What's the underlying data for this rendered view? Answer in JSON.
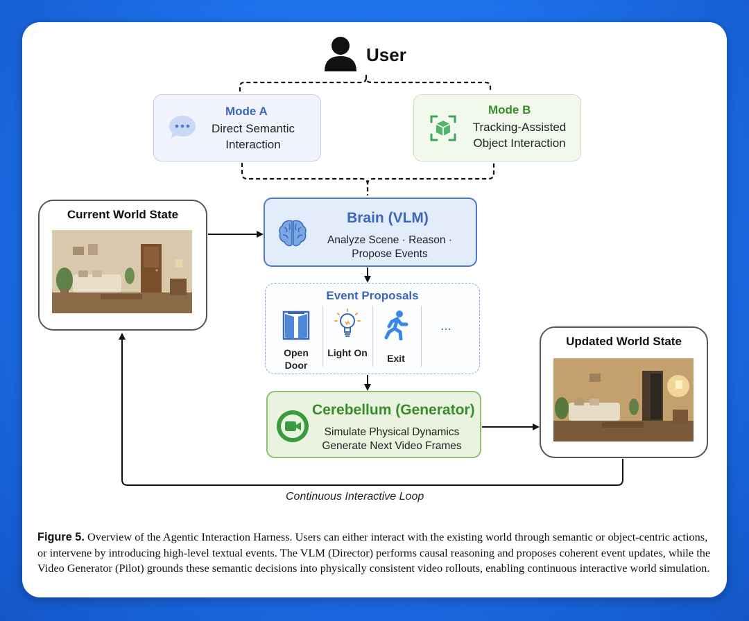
{
  "user": {
    "label": "User"
  },
  "mode_a": {
    "title": "Mode A",
    "text": "Direct Semantic Interaction",
    "color": "#3a66bd"
  },
  "mode_b": {
    "title": "Mode B",
    "text": "Tracking-Assisted Object Interaction",
    "color": "#3a8a2c"
  },
  "brain": {
    "title": "Brain (VLM)",
    "text": "Analyze Scene · Reason · Propose Events"
  },
  "event_proposals": {
    "title": "Event Proposals",
    "items": [
      {
        "label": "Open Door",
        "icon": "door-icon"
      },
      {
        "label": "Light On",
        "icon": "lightbulb-icon"
      },
      {
        "label": "Exit",
        "icon": "running-person-icon"
      },
      {
        "label": "...",
        "icon": "ellipsis"
      }
    ]
  },
  "cerebellum": {
    "title": "Cerebellum (Generator)",
    "text": "Simulate Physical Dynamics Generate Next Video Frames"
  },
  "current_state": {
    "title": "Current World State"
  },
  "updated_state": {
    "title": "Updated World State"
  },
  "loop": {
    "label": "Continuous Interactive Loop"
  },
  "caption": {
    "figure": "Figure 5.",
    "text": "Overview of the Agentic Interaction Harness. Users can either interact with the existing world through semantic or object-centric actions, or intervene by introducing high-level textual events. The VLM (Director) performs causal reasoning and proposes coherent event updates, while the Video Generator (Pilot) grounds these semantic decisions into physically consistent video rollouts, enabling continuous interactive world simulation."
  },
  "colors": {
    "background": "#1c6fe8",
    "brain_blue": "#3a66bd",
    "cerebellum_green": "#3a8a2c"
  }
}
